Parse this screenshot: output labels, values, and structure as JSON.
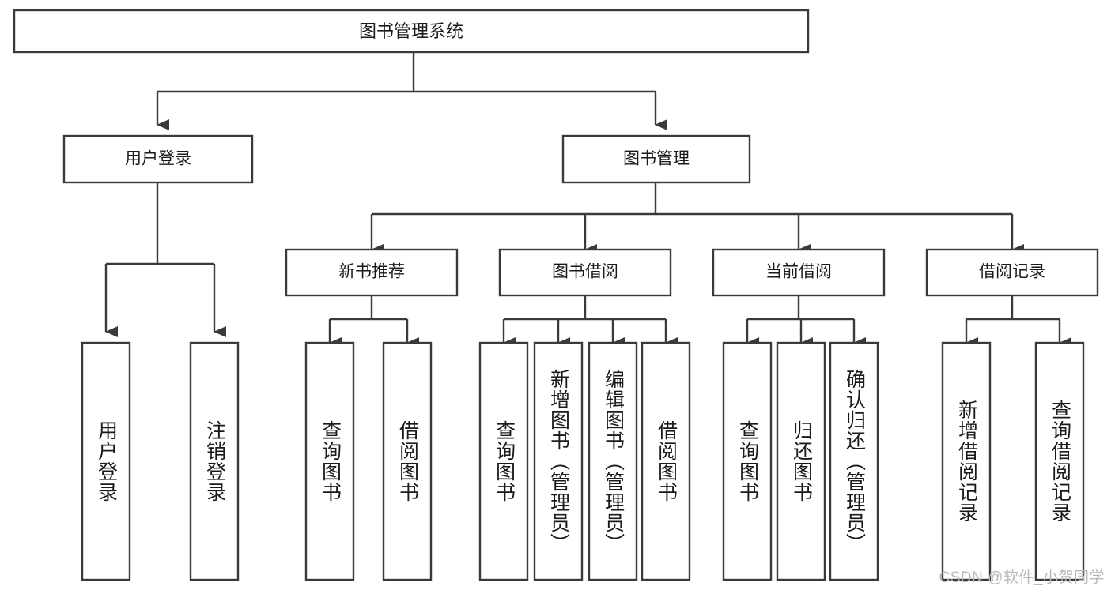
{
  "diagram": {
    "title": "图书管理系统",
    "type": "tree-hierarchy-diagram",
    "colors": {
      "stroke": "#3a3a3a",
      "fill": "#ffffff",
      "text": "#1a1a1a",
      "watermark": "#b8b8b8",
      "background": "#ffffff"
    },
    "root": {
      "label": "图书管理系统"
    },
    "level2": [
      {
        "label": "用户登录"
      },
      {
        "label": "图书管理"
      }
    ],
    "level3": [
      {
        "label": "新书推荐"
      },
      {
        "label": "图书借阅"
      },
      {
        "label": "当前借阅"
      },
      {
        "label": "借阅记录"
      }
    ],
    "leaves": {
      "user_login": [
        {
          "label": "用户登录"
        },
        {
          "label": "注销登录"
        }
      ],
      "new_book_recommend": [
        {
          "label": "查询图书"
        },
        {
          "label": "借阅图书"
        }
      ],
      "book_borrow": [
        {
          "label": "查询图书"
        },
        {
          "label": "新增图书（管理员）"
        },
        {
          "label": "编辑图书（管理员）"
        },
        {
          "label": "借阅图书"
        }
      ],
      "current_borrow": [
        {
          "label": "查询图书"
        },
        {
          "label": "归还图书"
        },
        {
          "label": "确认归还（管理员）"
        }
      ],
      "borrow_record": [
        {
          "label": "新增借阅记录"
        },
        {
          "label": "查询借阅记录"
        }
      ]
    },
    "watermark": "CSDN @软件_小贺同学"
  }
}
